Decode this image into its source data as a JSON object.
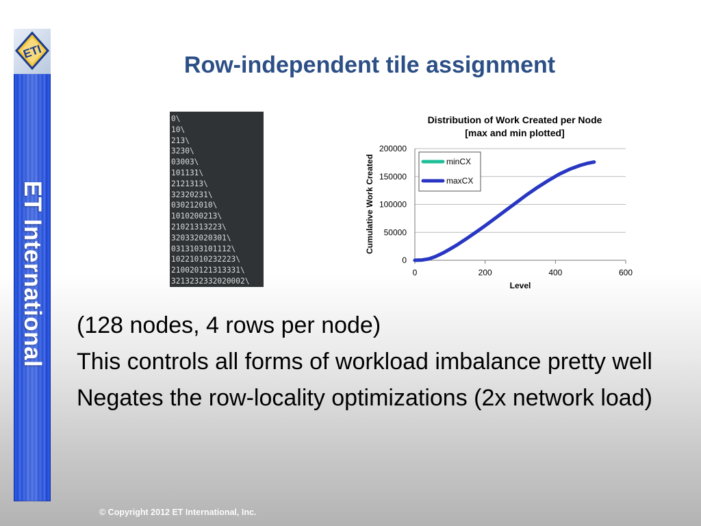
{
  "sidebar": {
    "brand": "ET International",
    "logo_text": "ETI"
  },
  "slide": {
    "title": "Row-independent tile assignment",
    "code_lines": [
      "0\\",
      "10\\",
      "213\\",
      "3230\\",
      "03003\\",
      "101131\\",
      "2121313\\",
      "32320231\\",
      "030212010\\",
      "1010200213\\",
      "21021313223\\",
      "320332020301\\",
      "0313103101112\\",
      "10221010232223\\",
      "210020121313331\\",
      "3213232332020002\\"
    ],
    "bullets": [
      "(128 nodes, 4 rows per node)",
      "This controls all forms of workload imbalance pretty well",
      "Negates the row-locality optimizations (2x network load)"
    ],
    "footer": "© Copyright 2012 ET International, Inc."
  },
  "chart_data": {
    "type": "line",
    "title": "Distribution of Work Created per Node",
    "subtitle": "[max and min plotted]",
    "xlabel": "Level",
    "ylabel": "Cumulative Work Created",
    "xlim": [
      0,
      600
    ],
    "ylim": [
      0,
      200000
    ],
    "x_ticks": [
      "0",
      "200",
      "400",
      "600"
    ],
    "y_ticks": [
      "0",
      "50000",
      "100000",
      "150000",
      "200000"
    ],
    "grid": true,
    "legend_position": "top-left",
    "series": [
      {
        "name": "minCX",
        "color": "#1fbf99",
        "x": [
          0,
          20,
          40,
          60,
          80,
          100,
          120,
          150,
          180,
          200,
          230,
          260,
          290,
          320,
          350,
          380,
          410,
          440,
          470,
          490,
          510
        ],
        "y": [
          0,
          500,
          2500,
          7000,
          13000,
          20000,
          27500,
          40000,
          53000,
          62000,
          76000,
          90000,
          104000,
          118000,
          131000,
          143000,
          154000,
          163000,
          170000,
          173500,
          176000
        ]
      },
      {
        "name": "maxCX",
        "color": "#2b35c4",
        "x": [
          0,
          20,
          40,
          60,
          80,
          100,
          120,
          150,
          180,
          200,
          230,
          260,
          290,
          320,
          350,
          380,
          410,
          440,
          470,
          490,
          510
        ],
        "y": [
          0,
          500,
          2500,
          7000,
          13000,
          20000,
          27500,
          40000,
          53000,
          62000,
          76000,
          90000,
          104000,
          118000,
          131000,
          143000,
          154000,
          163000,
          170000,
          173500,
          176000
        ]
      }
    ]
  }
}
